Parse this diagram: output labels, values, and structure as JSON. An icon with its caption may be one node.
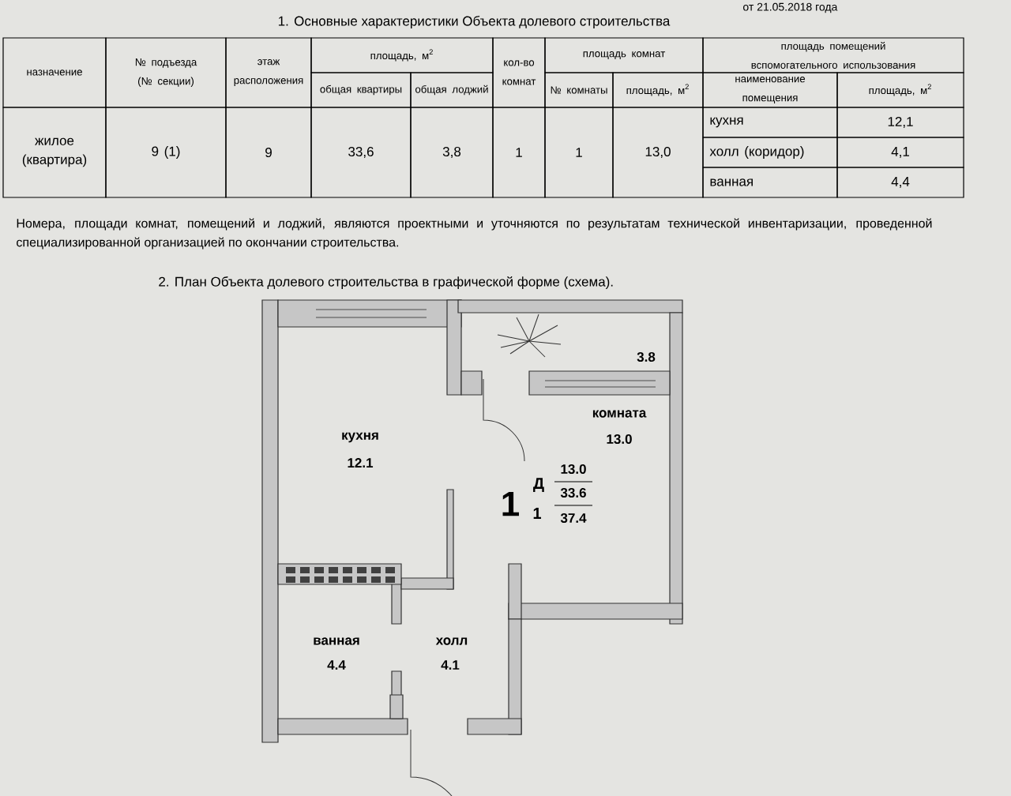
{
  "diagram": {
    "labels": [
      "от 21.05.2018 года",
      "1. Основные характеристики Объекта долевого строительства",
      "назначение",
      "№ подъезда (№ секции)",
      "этаж расположения",
      "площадь, м$^{2}$",
      "кол-во комнат",
      "площадь комнат",
      "площадь помещений вспомогательного использования",
      "общая квартиры",
      "общая лоджий",
      "№ комнаты",
      "площадь, м$^{2}$",
      "наименование помещения",
      "площадь, м$^{2}$",
      "жилое (квартира)",
      "9 (1)",
      "9",
      "33,6",
      "3,8",
      "1",
      "1",
      "13,0",
      "кухня",
      "12,1",
      "холл (коридор)",
      "4,1",
      "ванная",
      "4,4",
      "Номера, площади комнат, помещений и лоджий, являются проектными и уточняются по результатам технической инвентаризации, проведенной специализированной организацией по окончании строительства.",
      "2. План Объекта долевого строительства в графической форме (схема).",
      "кухня",
      "12.1",
      "комната",
      "13.0",
      "3.8",
      "ванная",
      "4.4",
      "холл",
      "4.1",
      "1",
      "Д",
      "1",
      "13.0",
      "33.6",
      "37.4"
    ]
  }
}
